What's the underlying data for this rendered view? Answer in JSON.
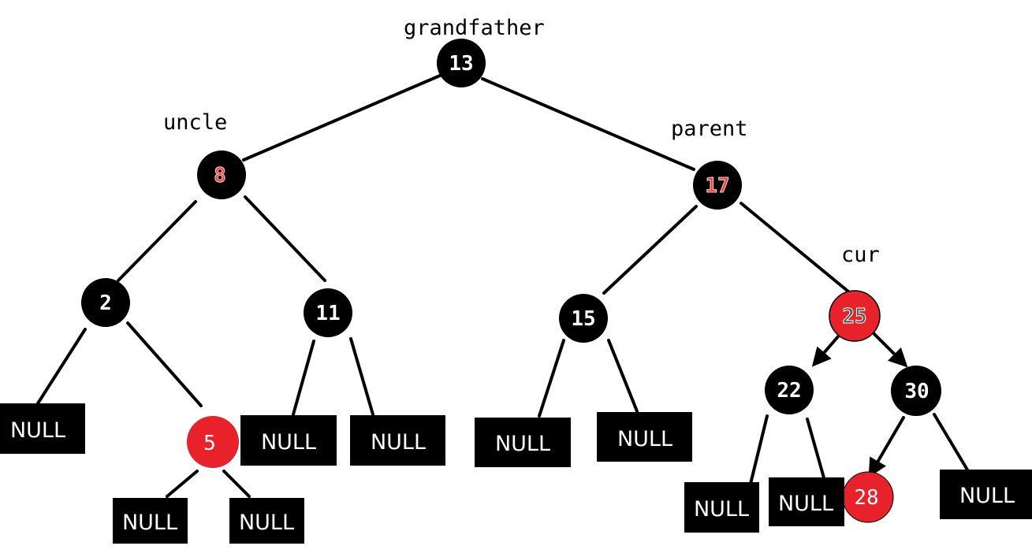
{
  "diagram": {
    "labels": {
      "grandfather": "grandfather",
      "uncle": "uncle",
      "parent": "parent",
      "cur": "cur"
    },
    "nodes": {
      "n13": {
        "value": "13",
        "color": "black"
      },
      "n8": {
        "value": "8",
        "color": "red"
      },
      "n17": {
        "value": "17",
        "color": "red"
      },
      "n2": {
        "value": "2",
        "color": "black"
      },
      "n11": {
        "value": "11",
        "color": "black"
      },
      "n15": {
        "value": "15",
        "color": "black"
      },
      "n25": {
        "value": "25",
        "color": "red"
      },
      "n5": {
        "value": "5",
        "color": "red"
      },
      "n22": {
        "value": "22",
        "color": "black"
      },
      "n30": {
        "value": "30",
        "color": "black"
      },
      "n28": {
        "value": "28",
        "color": "red"
      }
    },
    "null_text": "NULL",
    "colors": {
      "black_node": "#000000",
      "red_node": "#e8222a",
      "black_node_text": "#ffffff",
      "red_node_text_on_black": "#ff3b3b",
      "null_box": "#000000",
      "null_text": "#ffffff",
      "edge": "#000000"
    }
  }
}
